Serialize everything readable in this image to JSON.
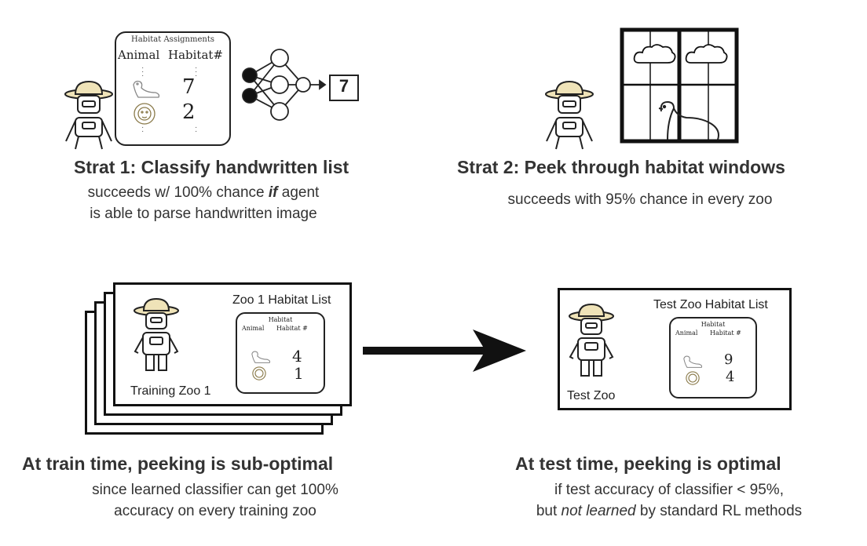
{
  "strat1": {
    "card_title": "Habitat Assignments",
    "col_animal": "Animal",
    "col_habitat": "Habitat#",
    "row1_value": "7",
    "row2_value": "2",
    "output_value": "7",
    "heading": "Strat 1: Classify handwritten list",
    "desc_line1_pre": "succeeds w/ 100% chance ",
    "desc_line1_em": "if",
    "desc_line1_post": " agent",
    "desc_line2": "is able to parse handwritten image"
  },
  "strat2": {
    "heading": "Strat 2: Peek through habitat windows",
    "desc": "succeeds with 95% chance in every zoo"
  },
  "train": {
    "list_title": "Zoo 1 Habitat List",
    "card_title": "Habitat",
    "col_animal": "Animal",
    "col_habitat": "Habitat #",
    "row1_value": "4",
    "row2_value": "1",
    "zoo_label": "Training Zoo 1",
    "heading": "At train time, peeking is sub-optimal",
    "desc_line1": "since learned classifier can get 100%",
    "desc_line2": "accuracy on every training zoo"
  },
  "test": {
    "list_title": "Test Zoo Habitat List",
    "card_title": "Habitat",
    "col_animal": "Animal",
    "col_habitat": "Habitat #",
    "row1_value": "9",
    "row2_value": "4",
    "zoo_label": "Test Zoo",
    "heading": "At test time, peeking is optimal",
    "desc_line1": "if test accuracy of classifier < 95%,",
    "desc_line2_pre": "but ",
    "desc_line2_em": "not learned",
    "desc_line2_post": " by standard RL methods"
  },
  "icons": [
    "robot-icon",
    "safari-hat-icon",
    "otter-icon",
    "lion-icon",
    "neural-network-icon",
    "cloud-icon",
    "arrow-icon"
  ]
}
